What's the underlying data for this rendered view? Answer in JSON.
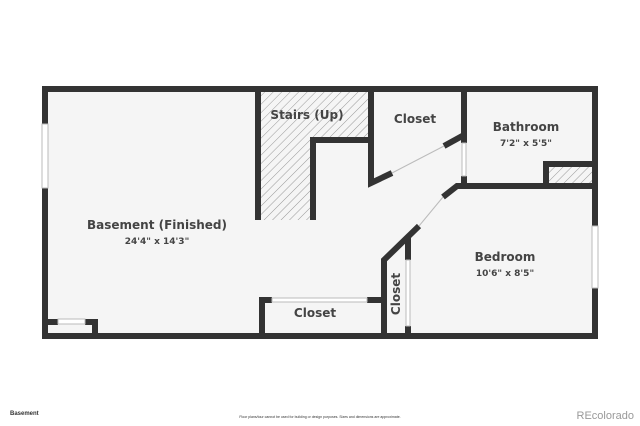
{
  "floor_plan": {
    "rooms": [
      {
        "name": "Basement (Finished)",
        "dimensions": "24'4\" x 14'3\""
      },
      {
        "name": "Stairs (Up)",
        "dimensions": ""
      },
      {
        "name": "Closet",
        "dimensions": ""
      },
      {
        "name": "Bathroom",
        "dimensions": "7'2\" x 5'5\""
      },
      {
        "name": "Bedroom",
        "dimensions": "10'6\" x 8'5\""
      },
      {
        "name": "Closet",
        "dimensions": ""
      },
      {
        "name": "Closet",
        "dimensions": ""
      }
    ],
    "colors": {
      "wall": "#333333",
      "floor": "#f5f5f5",
      "text": "#444444"
    }
  },
  "footer": {
    "level": "Basement",
    "disclaimer": "Floor plans/tour cannot be used for building or design purposes. Sizes and dimensions are approximate.",
    "brand": "REcolorado"
  }
}
